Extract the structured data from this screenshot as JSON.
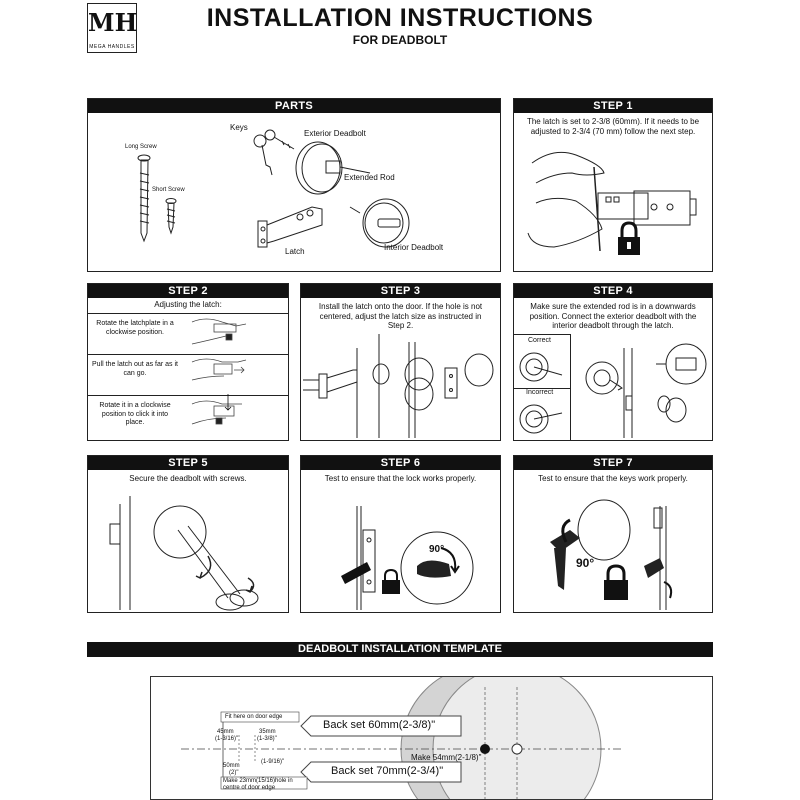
{
  "brand": {
    "logo_letters": "MH",
    "name": "MEGA HANDLES"
  },
  "title": "INSTALLATION INSTRUCTIONS",
  "subtitle": "FOR DEADBOLT",
  "parts": {
    "heading": "PARTS",
    "labels": {
      "keys": "Keys",
      "long_screw": "Long Screw",
      "short_screw": "Short Screw",
      "exterior_deadbolt": "Exterior Deadbolt",
      "extended_rod": "Extended Rod",
      "latch": "Latch",
      "interior_deadbolt": "Interior Deadbolt"
    }
  },
  "step1": {
    "heading": "STEP 1",
    "text": "The latch is set to 2-3/8 (60mm). If it needs to be adjusted to 2-3/4 (70 mm) follow the next step."
  },
  "step2": {
    "heading": "STEP 2",
    "text": "Adjusting the latch:",
    "rows": [
      "Rotate the latchplate in a clockwise position.",
      "Pull the latch out as far as it can go.",
      "Rotate it in a clockwise position to click it into place."
    ]
  },
  "step3": {
    "heading": "STEP 3",
    "text": "Install the latch onto the door. If the hole is not centered, adjust the latch size as instructed in Step 2."
  },
  "step4": {
    "heading": "STEP 4",
    "text": "Make sure the extended rod is in a downwards position. Connect the exterior deadbolt with the interior deadbolt through the latch.",
    "correct": "Correct",
    "incorrect": "Incorrect"
  },
  "step5": {
    "heading": "STEP 5",
    "text": "Secure the deadbolt with screws."
  },
  "step6": {
    "heading": "STEP 6",
    "text": "Test to ensure that the lock works properly.",
    "angle": "90°"
  },
  "step7": {
    "heading": "STEP 7",
    "text": "Test to ensure that the keys work properly.",
    "angle": "90°"
  },
  "template": {
    "heading": "DEADBOLT INSTALLATION TEMPLATE",
    "fit_here": "Fit here on door edge",
    "m45": "45mm",
    "m45in": "(1-3/16)\"",
    "m35": "35mm",
    "m35in": "(1-3/8)\"",
    "m19": "(1-9/16)\"",
    "m50": "50mm",
    "m50in": "(2)\"",
    "hole_note": "Make 23mm(15/16)hole in centre of door edge",
    "backset60": "Back set 60mm(2-3/8)\"",
    "make54": "Make 54mm(2-1/8)\"",
    "backset70": "Back set 70mm(2-3/4)\""
  }
}
